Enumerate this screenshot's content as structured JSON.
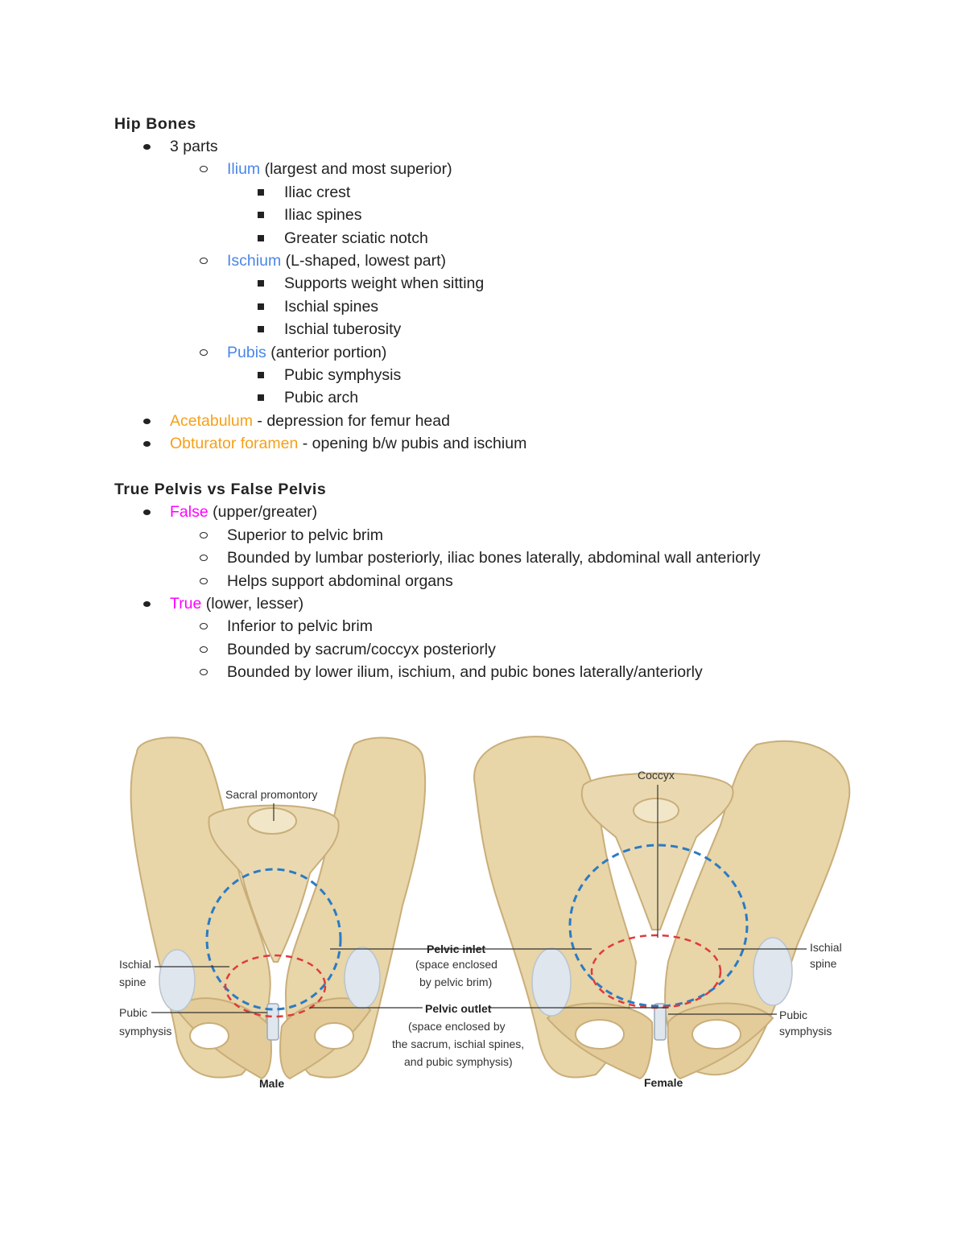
{
  "section1": {
    "heading": "Hip Bones",
    "parts": "3 parts",
    "ilium": {
      "term": "Ilium",
      "desc": " (largest and most superior)",
      "items": [
        "Iliac crest",
        "Iliac spines",
        "Greater sciatic notch"
      ]
    },
    "ischium": {
      "term": "Ischium",
      "desc": " (L-shaped, lowest part)",
      "items": [
        "Supports weight when sitting",
        "Ischial spines",
        "Ischial tuberosity"
      ]
    },
    "pubis": {
      "term": "Pubis",
      "desc": " (anterior portion)",
      "items": [
        "Pubic symphysis",
        "Pubic arch"
      ]
    },
    "acetabulum": {
      "term": "Acetabulum",
      "desc": " - depression for femur head"
    },
    "obturator": {
      "term": "Obturator foramen",
      "desc": " - opening b/w pubis and ischium"
    }
  },
  "section2": {
    "heading": "True Pelvis vs False Pelvis",
    "false": {
      "term": "False",
      "desc": " (upper/greater)",
      "items": [
        "Superior to pelvic brim",
        "Bounded by lumbar posteriorly, iliac bones laterally, abdominal wall anteriorly",
        "Helps support abdominal organs"
      ]
    },
    "true": {
      "term": "True",
      "desc": " (lower, lesser)",
      "items": [
        "Inferior to pelvic brim",
        "Bounded by sacrum/coccyx posteriorly",
        "Bounded by lower ilium, ischium, and pubic bones laterally/anteriorly"
      ]
    }
  },
  "figure": {
    "sacral_promontory": "Sacral promontory",
    "coccyx": "Coccyx",
    "ischial_spine_left": [
      "Ischial",
      "spine"
    ],
    "pubic_symphysis_left": [
      "Pubic",
      "symphysis"
    ],
    "pelvic_inlet_title": "Pelvic inlet",
    "pelvic_inlet_desc": [
      "(space enclosed",
      "by pelvic brim)"
    ],
    "pelvic_outlet_title": "Pelvic outlet",
    "pelvic_outlet_desc": [
      "(space enclosed by",
      "the sacrum, ischial spines,",
      "and pubic symphysis)"
    ],
    "ischial_spine_right": [
      "Ischial",
      "spine"
    ],
    "pubic_symphysis_right": [
      "Pubic",
      "symphysis"
    ],
    "male": "Male",
    "female": "Female",
    "colors": {
      "bone": "#e8d5a8",
      "bone_shade": "#c9ae7a",
      "inlet": "#2a7bc4",
      "outlet": "#e03a3a",
      "cartilage": "#dfe6ee"
    }
  }
}
